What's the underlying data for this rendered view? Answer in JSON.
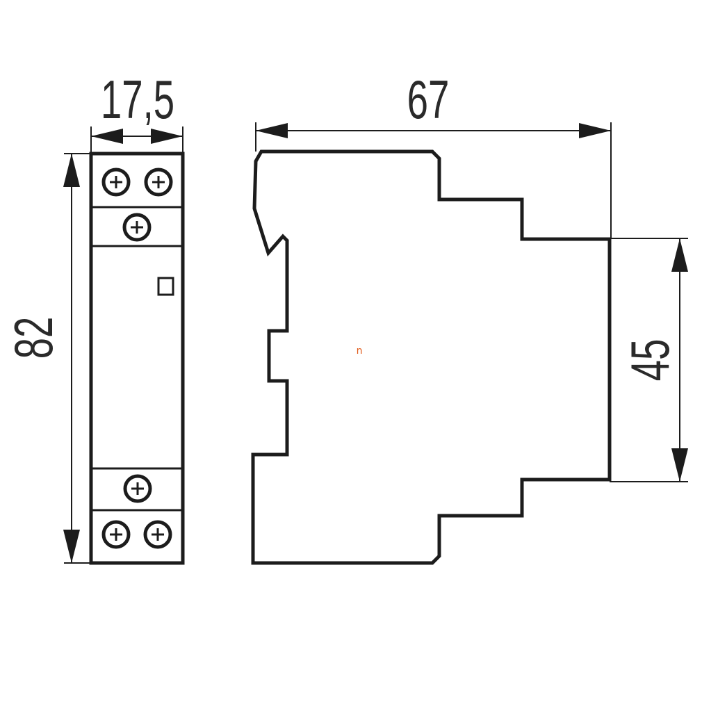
{
  "dimensions": {
    "width_front": "17,5",
    "depth": "67",
    "height": "82",
    "front_height": "45"
  },
  "marker": "n",
  "colors": {
    "line": "#1c1c1c",
    "text": "#2a2a2a",
    "marker": "#e05a1a"
  }
}
